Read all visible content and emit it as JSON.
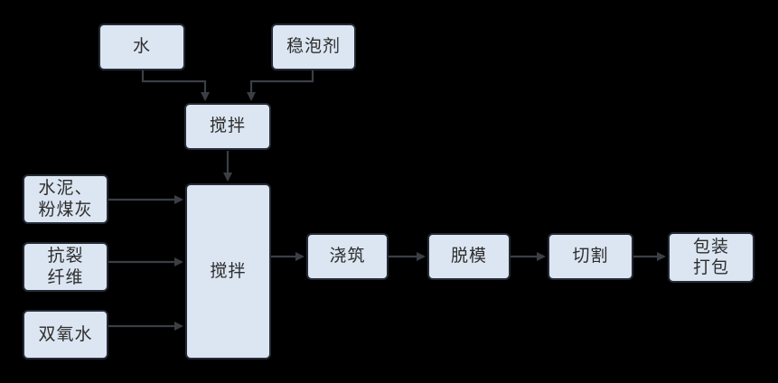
{
  "diagram": {
    "type": "flowchart",
    "background_color": "#000000",
    "node_fill_color": "#dce6f2",
    "node_border_color": "#242b36",
    "node_text_color": "#2e2e2e",
    "connector_color": "#3a3e45",
    "nodes": [
      {
        "id": "water",
        "lines": [
          "水"
        ]
      },
      {
        "id": "foam-stabilizer",
        "lines": [
          "稳泡剂"
        ]
      },
      {
        "id": "premix",
        "lines": [
          "搅拌"
        ]
      },
      {
        "id": "cement-flyash",
        "lines": [
          "水泥、",
          "粉煤灰"
        ]
      },
      {
        "id": "anticrack-fiber",
        "lines": [
          "抗裂",
          "纤维"
        ]
      },
      {
        "id": "hydrogen-peroxide",
        "lines": [
          "双氧水"
        ]
      },
      {
        "id": "main-mix",
        "lines": [
          "搅拌"
        ]
      },
      {
        "id": "pouring",
        "lines": [
          "浇筑"
        ]
      },
      {
        "id": "demolding",
        "lines": [
          "脱模"
        ]
      },
      {
        "id": "cutting",
        "lines": [
          "切割"
        ]
      },
      {
        "id": "packaging",
        "lines": [
          "包装",
          "打包"
        ]
      }
    ],
    "edges": [
      {
        "from": "water",
        "to": "premix"
      },
      {
        "from": "foam-stabilizer",
        "to": "premix"
      },
      {
        "from": "premix",
        "to": "main-mix"
      },
      {
        "from": "cement-flyash",
        "to": "main-mix"
      },
      {
        "from": "anticrack-fiber",
        "to": "main-mix"
      },
      {
        "from": "hydrogen-peroxide",
        "to": "main-mix"
      },
      {
        "from": "main-mix",
        "to": "pouring"
      },
      {
        "from": "pouring",
        "to": "demolding"
      },
      {
        "from": "demolding",
        "to": "cutting"
      },
      {
        "from": "cutting",
        "to": "packaging"
      }
    ]
  }
}
